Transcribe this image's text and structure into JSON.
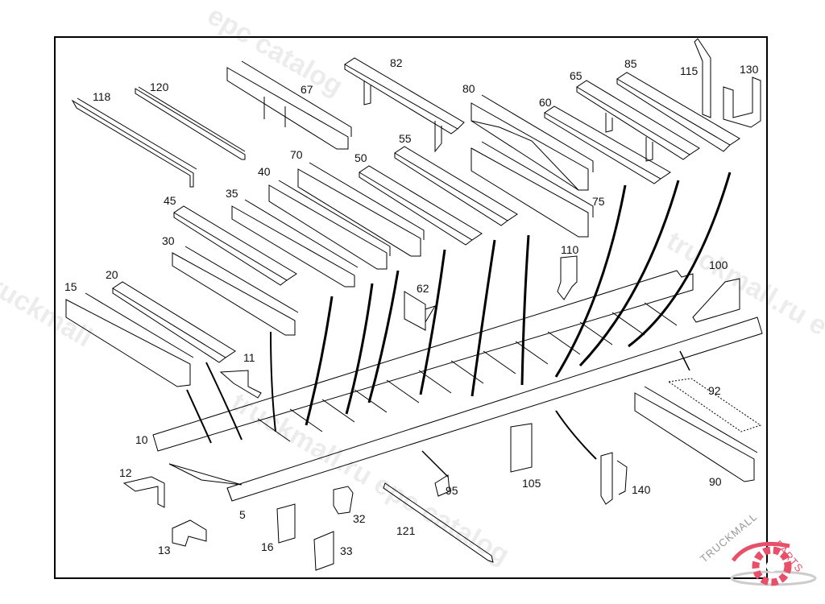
{
  "diagram": {
    "type": "exploded parts diagram - truck frame / chassis crossmembers",
    "part_labels": [
      {
        "id": "118",
        "text": "118"
      },
      {
        "id": "120",
        "text": "120"
      },
      {
        "id": "67",
        "text": "67"
      },
      {
        "id": "82",
        "text": "82"
      },
      {
        "id": "80",
        "text": "80"
      },
      {
        "id": "65",
        "text": "65"
      },
      {
        "id": "85",
        "text": "85"
      },
      {
        "id": "115",
        "text": "115"
      },
      {
        "id": "130",
        "text": "130"
      },
      {
        "id": "60",
        "text": "60"
      },
      {
        "id": "55",
        "text": "55"
      },
      {
        "id": "50",
        "text": "50"
      },
      {
        "id": "70",
        "text": "70"
      },
      {
        "id": "40",
        "text": "40"
      },
      {
        "id": "35",
        "text": "35"
      },
      {
        "id": "45",
        "text": "45"
      },
      {
        "id": "30",
        "text": "30"
      },
      {
        "id": "20",
        "text": "20"
      },
      {
        "id": "15",
        "text": "15"
      },
      {
        "id": "11",
        "text": "11"
      },
      {
        "id": "62",
        "text": "62"
      },
      {
        "id": "75",
        "text": "75"
      },
      {
        "id": "110",
        "text": "110"
      },
      {
        "id": "100",
        "text": "100"
      },
      {
        "id": "92",
        "text": "92"
      },
      {
        "id": "90",
        "text": "90"
      },
      {
        "id": "10",
        "text": "10"
      },
      {
        "id": "12",
        "text": "12"
      },
      {
        "id": "5",
        "text": "5"
      },
      {
        "id": "13",
        "text": "13"
      },
      {
        "id": "16",
        "text": "16"
      },
      {
        "id": "32",
        "text": "32"
      },
      {
        "id": "33",
        "text": "33"
      },
      {
        "id": "121",
        "text": "121"
      },
      {
        "id": "95",
        "text": "95"
      },
      {
        "id": "105",
        "text": "105"
      },
      {
        "id": "140",
        "text": "140"
      }
    ]
  },
  "watermarks": [
    "epc catalog",
    "truckmall.ru epc catalog",
    "truckmall.ru e",
    "epc catalog",
    "truckmall"
  ],
  "logo": {
    "text_left": "TRUCKMALL",
    "text_right": "PARTS",
    "accent": "#e8506a"
  }
}
